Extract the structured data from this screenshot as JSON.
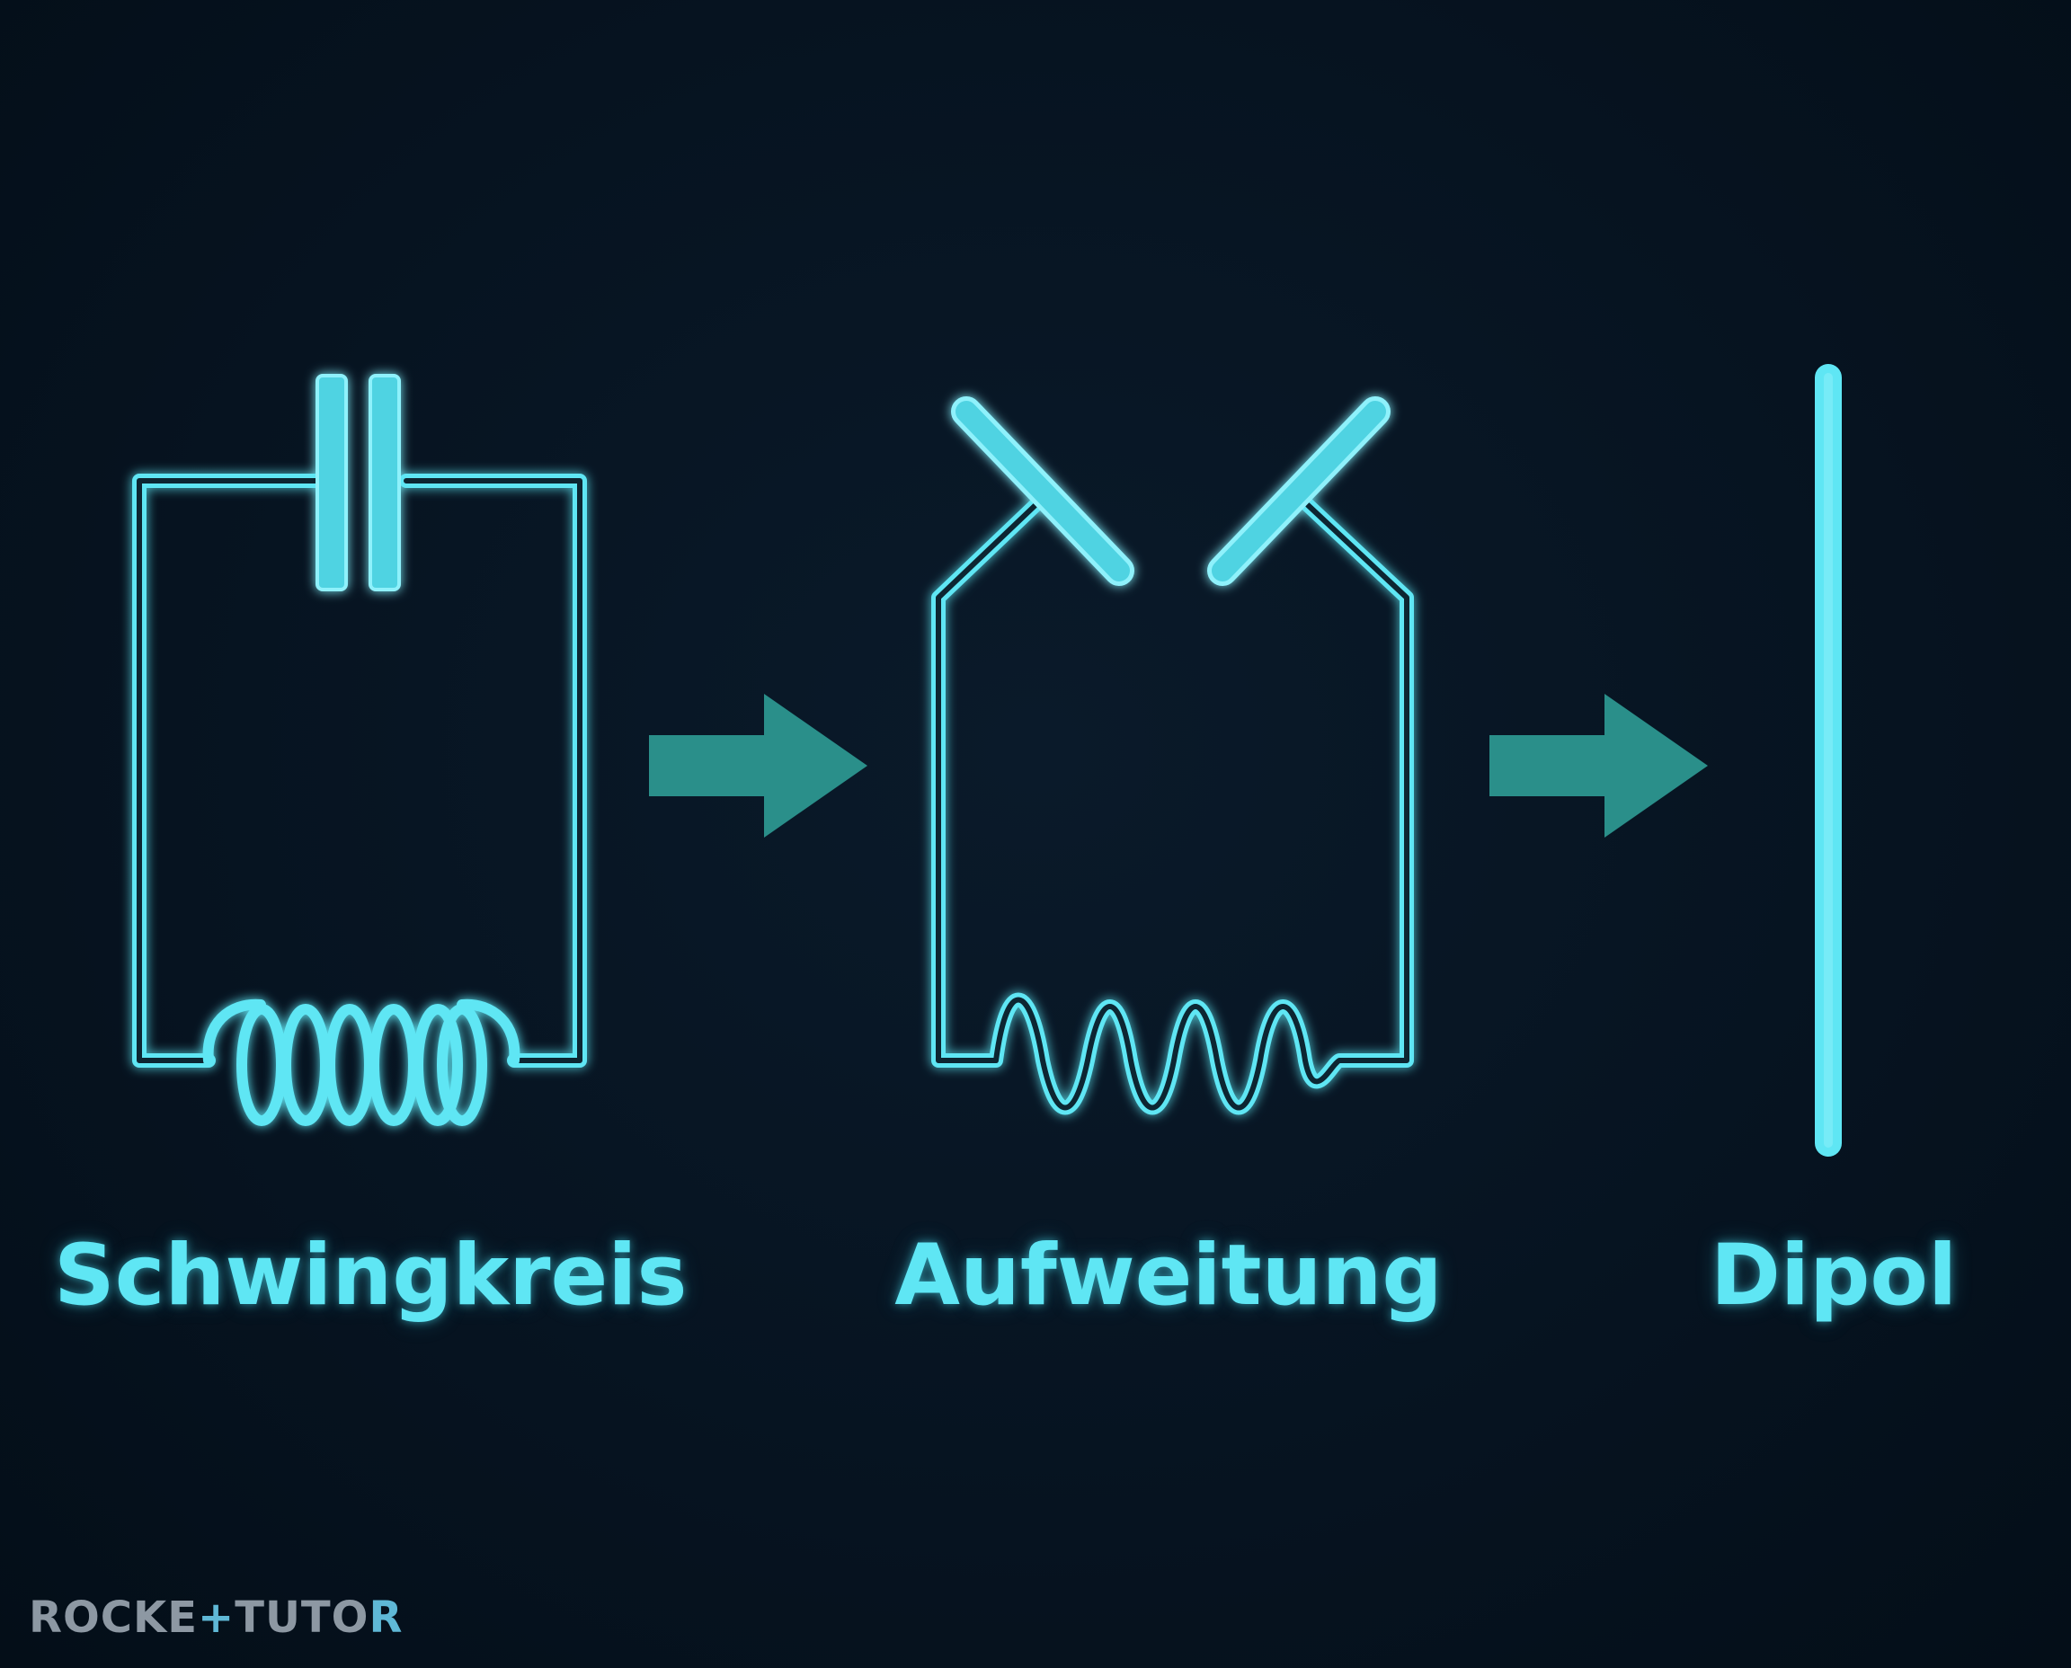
{
  "diagram": {
    "stages": [
      {
        "id": "schwingkreis",
        "label": "Schwingkreis"
      },
      {
        "id": "aufweitung",
        "label": "Aufweitung"
      },
      {
        "id": "dipol",
        "label": "Dipol"
      }
    ],
    "colors": {
      "background": "#061320",
      "wire": "#5fe6f4",
      "arrow": "#2a8f8a",
      "label": "#5fe6f4"
    }
  },
  "watermark": {
    "part1": "ROCKE",
    "plus": "+",
    "part2": "TUTO",
    "part3": "R"
  }
}
